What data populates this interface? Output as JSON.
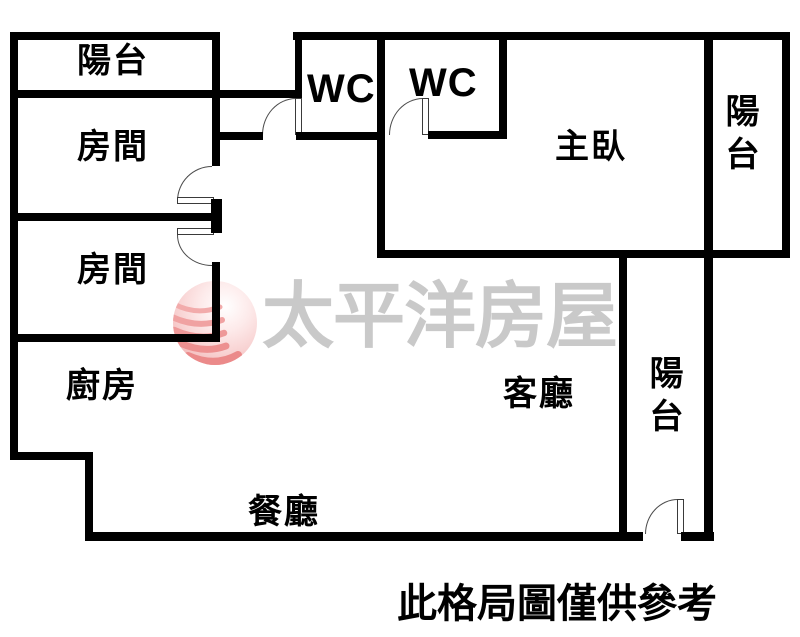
{
  "rooms": {
    "balcony_top_left": "陽台",
    "room_upper": "房間",
    "room_lower": "房間",
    "wc_left": "WC",
    "wc_right": "WC",
    "master_bedroom": "主臥",
    "balcony_right": "陽台",
    "kitchen": "廚房",
    "living_room": "客廳",
    "balcony_bottom": "陽台",
    "dining_room": "餐廳"
  },
  "watermark": {
    "brand": "太平洋房屋",
    "text_color": "#c9c9c9",
    "logo_pink": "#ee9a9a",
    "logo_highlight": "#ffffff"
  },
  "disclaimer": "此格局圖僅供參考",
  "colors": {
    "wall": "#000000",
    "background": "#ffffff",
    "label_text": "#000000"
  }
}
